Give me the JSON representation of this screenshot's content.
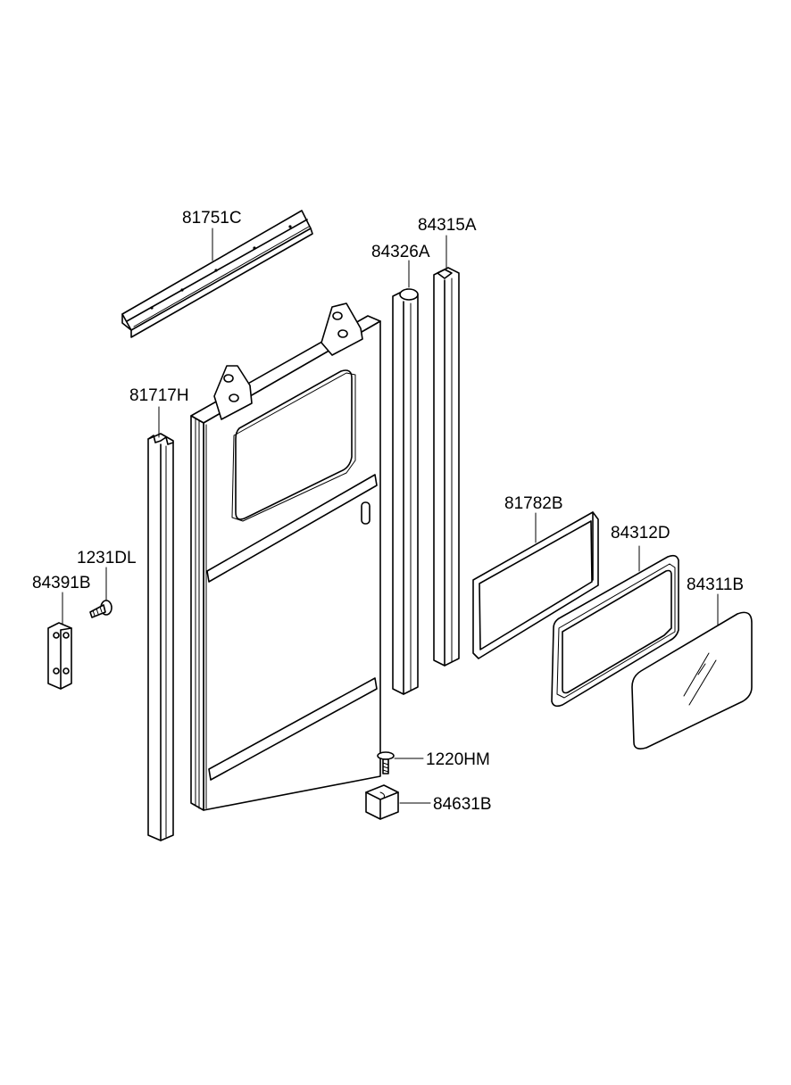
{
  "parts": {
    "p81751C": "81751C",
    "p84315A": "84315A",
    "p84326A": "84326A",
    "p81717H": "81717H",
    "p81782B": "81782B",
    "p84312D": "84312D",
    "p1231DL": "1231DL",
    "p84391B": "84391B",
    "p84311B": "84311B",
    "p1220HM": "1220HM",
    "p84631B": "84631B"
  }
}
